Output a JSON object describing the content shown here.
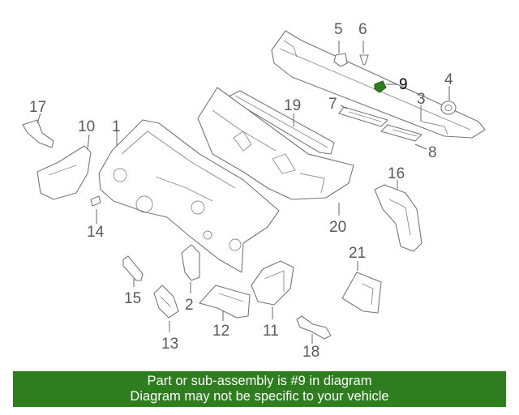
{
  "callouts": {
    "c1": "1",
    "c2": "2",
    "c3": "3",
    "c4": "4",
    "c5": "5",
    "c6": "6",
    "c7": "7",
    "c8": "8",
    "c9": "9",
    "c10": "10",
    "c11": "11",
    "c12": "12",
    "c13": "13",
    "c14": "14",
    "c15": "15",
    "c16": "16",
    "c17": "17",
    "c18": "18",
    "c19": "19",
    "c20": "20",
    "c21": "21"
  },
  "highlight_part": "9",
  "colors": {
    "banner": "#2e7d1e",
    "banner_text": "#ffffff",
    "line_art": "#777777",
    "highlight_part": "#2e7d1e"
  },
  "banner": {
    "line1": "Part or sub-assembly is #9 in diagram",
    "line2": "Diagram may not be specific to your vehicle"
  }
}
